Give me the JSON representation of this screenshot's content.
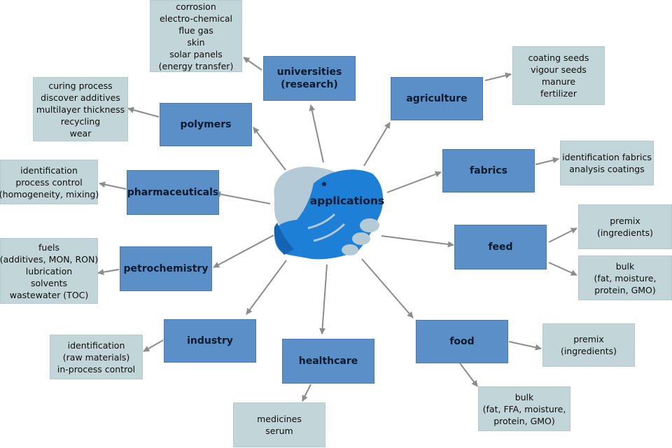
{
  "center": {
    "label": "applications"
  },
  "categories": {
    "universities": [
      "universities",
      "(research)"
    ],
    "agriculture": [
      "agriculture"
    ],
    "polymers": [
      "polymers"
    ],
    "fabrics": [
      "fabrics"
    ],
    "pharmaceuticals": [
      "pharmaceuticals"
    ],
    "feed": [
      "feed"
    ],
    "petrochemistry": [
      "petrochemistry"
    ],
    "industry": [
      "industry"
    ],
    "healthcare": [
      "healthcare"
    ],
    "food": [
      "food"
    ]
  },
  "details": {
    "universities": [
      "corrosion",
      "electro-chemical",
      "flue gas",
      "skin",
      "solar panels",
      "(energy transfer)"
    ],
    "agriculture": [
      "coating seeds",
      "vigour seeds",
      "manure",
      "fertilizer"
    ],
    "polymers": [
      "curing process",
      "discover additives",
      "multilayer thickness",
      "recycling",
      "wear"
    ],
    "fabrics": [
      "identification fabrics",
      "analysis coatings"
    ],
    "pharmaceuticals": [
      "identification",
      "process control",
      "(homogeneity, mixing)"
    ],
    "feed_premix": [
      "premix",
      "(ingredients)"
    ],
    "feed_bulk": [
      "bulk",
      "(fat, moisture,",
      "protein, GMO)"
    ],
    "petrochemistry": [
      "fuels",
      "(additives, MON, RON)",
      "lubrication",
      "solvents",
      "wastewater (TOC)"
    ],
    "industry": [
      "identification",
      "(raw materials)",
      "in-process control"
    ],
    "healthcare": [
      "medicines",
      "serum"
    ],
    "food_premix": [
      "premix",
      "(ingredients)"
    ],
    "food_bulk": [
      "bulk",
      "(fat, FFA, moisture,",
      "protein, GMO)"
    ]
  },
  "colors": {
    "category_fill": "#5b8fc7",
    "detail_fill": "#c2d6d9",
    "arrow": "#8c8c8c",
    "hand_light": "#b4cad6",
    "hand_blue": "#1e7fd6"
  }
}
